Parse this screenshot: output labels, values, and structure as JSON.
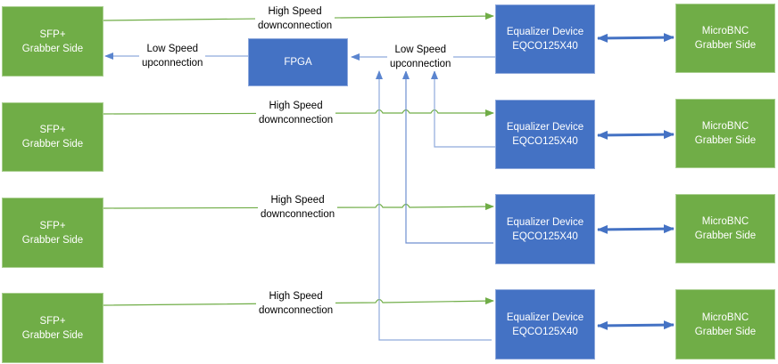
{
  "colors": {
    "green_box": "#70ad47",
    "blue_box": "#4472c4",
    "high_speed_line": "#70ad47",
    "low_speed_line": "#8faadc",
    "bidirectional_arrow": "#4472c4"
  },
  "fpga": {
    "label": "FPGA"
  },
  "top_low_speed_label": {
    "line1": "Low Speed",
    "line2": "upconnection"
  },
  "fpga_low_speed_label": {
    "line1": "Low Speed",
    "line2": "upconnection"
  },
  "rows": [
    {
      "sfp": {
        "line1": "SFP+",
        "line2": "Grabber Side"
      },
      "link": {
        "line1": "High Speed",
        "line2": "downconnection"
      },
      "equalizer": {
        "line1": "Equalizer Device",
        "line2": "EQCO125X40"
      },
      "microbnc": {
        "line1": "MicroBNC",
        "line2": "Grabber Side"
      }
    },
    {
      "sfp": {
        "line1": "SFP+",
        "line2": "Grabber Side"
      },
      "link": {
        "line1": "High Speed",
        "line2": "downconnection"
      },
      "equalizer": {
        "line1": "Equalizer Device",
        "line2": "EQCO125X40"
      },
      "microbnc": {
        "line1": "MicroBNC",
        "line2": "Grabber Side"
      }
    },
    {
      "sfp": {
        "line1": "SFP+",
        "line2": "Grabber Side"
      },
      "link": {
        "line1": "High Speed",
        "line2": "downconnection"
      },
      "equalizer": {
        "line1": "Equalizer Device",
        "line2": "EQCO125X40"
      },
      "microbnc": {
        "line1": "MicroBNC",
        "line2": "Grabber Side"
      }
    },
    {
      "sfp": {
        "line1": "SFP+",
        "line2": "Grabber Side"
      },
      "link": {
        "line1": "High Speed",
        "line2": "downconnection"
      },
      "equalizer": {
        "line1": "Equalizer Device",
        "line2": "EQCO125X40"
      },
      "microbnc": {
        "line1": "MicroBNC",
        "line2": "Grabber Side"
      }
    }
  ]
}
